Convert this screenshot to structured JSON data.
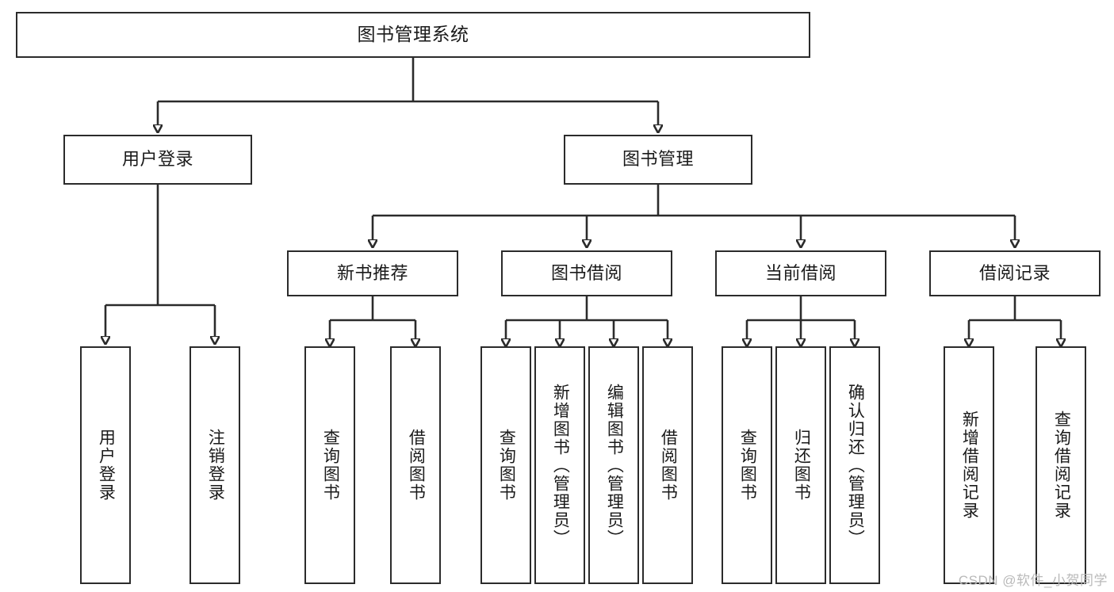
{
  "diagram": {
    "title": "图书管理系统",
    "type": "tree",
    "watermark": "CSDN @软件_小贺同学",
    "colors": {
      "stroke": "#2b2b2b",
      "box_fill": "#ffffff",
      "text": "#1a1a1a",
      "watermark": "#b9b9b9",
      "background": "#ffffff"
    },
    "levels": {
      "root": [
        "图书管理系统"
      ],
      "level2": [
        "用户登录",
        "图书管理"
      ],
      "level3": [
        "新书推荐",
        "图书借阅",
        "当前借阅",
        "借阅记录"
      ],
      "leaves": [
        "用户登录",
        "注销登录",
        "查询图书",
        "借阅图书",
        "查询图书",
        "新增图书（管理员）",
        "编辑图书（管理员）",
        "借阅图书",
        "查询图书",
        "归还图书",
        "确认归还（管理员）",
        "新增借阅记录",
        "查询借阅记录"
      ]
    },
    "nodes": {
      "root": {
        "label": "图书管理系统"
      },
      "user_login": {
        "label": "用户登录"
      },
      "book_manage": {
        "label": "图书管理"
      },
      "new_book_rec": {
        "label": "新书推荐"
      },
      "book_borrow": {
        "label": "图书借阅"
      },
      "current_borrow": {
        "label": "当前借阅"
      },
      "borrow_record": {
        "label": "借阅记录"
      },
      "leaf_user_login": {
        "label": "用户登录"
      },
      "leaf_logout": {
        "label": "注销登录"
      },
      "leaf_query_book_1": {
        "label": "查询图书"
      },
      "leaf_borrow_book_1": {
        "label": "借阅图书"
      },
      "leaf_query_book_2": {
        "label": "查询图书"
      },
      "leaf_add_book_admin": {
        "label": "新增图书（管理员）"
      },
      "leaf_edit_book_admin": {
        "label": "编辑图书（管理员）"
      },
      "leaf_borrow_book_2": {
        "label": "借阅图书"
      },
      "leaf_query_book_3": {
        "label": "查询图书"
      },
      "leaf_return_book": {
        "label": "归还图书"
      },
      "leaf_confirm_return_admin": {
        "label": "确认归还（管理员）"
      },
      "leaf_add_borrow_record": {
        "label": "新增借阅记录"
      },
      "leaf_query_borrow_record": {
        "label": "查询借阅记录"
      }
    },
    "edges": [
      {
        "from": "root",
        "to": "user_login"
      },
      {
        "from": "root",
        "to": "book_manage"
      },
      {
        "from": "user_login",
        "to": "leaf_user_login"
      },
      {
        "from": "user_login",
        "to": "leaf_logout"
      },
      {
        "from": "book_manage",
        "to": "new_book_rec"
      },
      {
        "from": "book_manage",
        "to": "book_borrow"
      },
      {
        "from": "book_manage",
        "to": "current_borrow"
      },
      {
        "from": "book_manage",
        "to": "borrow_record"
      },
      {
        "from": "new_book_rec",
        "to": "leaf_query_book_1"
      },
      {
        "from": "new_book_rec",
        "to": "leaf_borrow_book_1"
      },
      {
        "from": "book_borrow",
        "to": "leaf_query_book_2"
      },
      {
        "from": "book_borrow",
        "to": "leaf_add_book_admin"
      },
      {
        "from": "book_borrow",
        "to": "leaf_edit_book_admin"
      },
      {
        "from": "book_borrow",
        "to": "leaf_borrow_book_2"
      },
      {
        "from": "current_borrow",
        "to": "leaf_query_book_3"
      },
      {
        "from": "current_borrow",
        "to": "leaf_return_book"
      },
      {
        "from": "current_borrow",
        "to": "leaf_confirm_return_admin"
      },
      {
        "from": "borrow_record",
        "to": "leaf_add_borrow_record"
      },
      {
        "from": "borrow_record",
        "to": "leaf_query_borrow_record"
      }
    ]
  }
}
